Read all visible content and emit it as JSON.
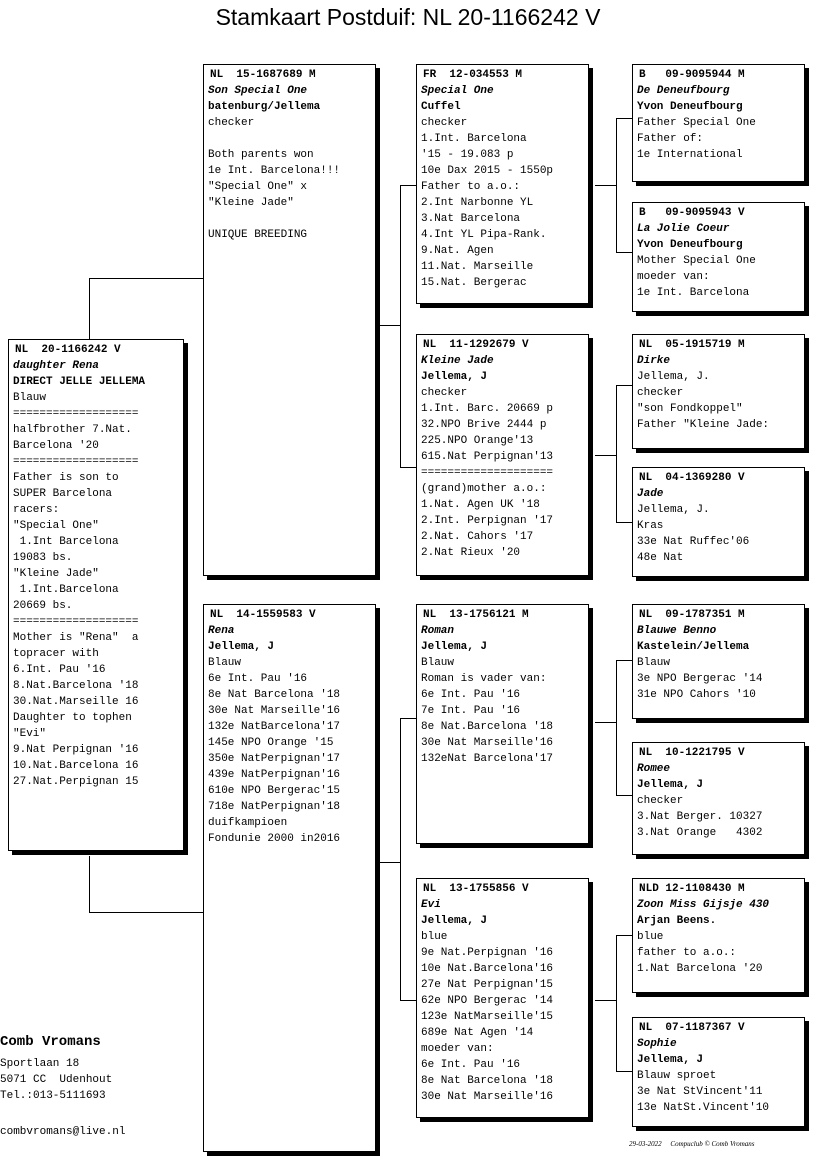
{
  "title": "Stamkaart Postduif: NL  20-1166242 V",
  "cards": [
    {
      "id": "card-main",
      "header": "NL  20-1166242 V",
      "name": "daughter Rena",
      "bold": [
        "DIRECT JELLE JELLEMA"
      ],
      "lines": [
        "Blauw",
        "===================",
        "halfbrother 7.Nat.",
        "Barcelona '20",
        "===================",
        "Father is son to",
        "SUPER Barcelona",
        "racers:",
        "\"Special One\"",
        " 1.Int Barcelona",
        "19083 bs.",
        "\"Kleine Jade\"",
        " 1.Int.Barcelona",
        "20669 bs.",
        "===================",
        "Mother is \"Rena\"  a",
        "topracer with",
        "6.Int. Pau '16",
        "8.Nat.Barcelona '18",
        "30.Nat.Marseille 16",
        "Daughter to tophen",
        "\"Evi\"",
        "9.Nat Perpignan '16",
        "10.Nat.Barcelona 16",
        "27.Nat.Perpignan 15"
      ]
    },
    {
      "id": "card-father",
      "header": "NL  15-1687689 M",
      "name": "Son Special One",
      "bold": [
        "batenburg/Jellema"
      ],
      "lines": [
        "checker",
        "",
        "Both parents won",
        "1e Int. Barcelona!!!",
        "\"Special One\" x",
        "\"Kleine Jade\"",
        "",
        "UNIQUE BREEDING"
      ]
    },
    {
      "id": "card-mother",
      "header": "NL  14-1559583 V",
      "name": "Rena",
      "bold": [
        "Jellema, J"
      ],
      "lines": [
        "Blauw",
        "6e Int. Pau '16",
        "8e Nat Barcelona '18",
        "30e Nat Marseille'16",
        "132e NatBarcelona'17",
        "145e NPO Orange '15",
        "350e NatPerpignan'17",
        "439e NatPerpignan'16",
        "610e NPO Bergerac'15",
        "718e NatPerpignan'18",
        "duifkampioen",
        "Fondunie 2000 in2016"
      ]
    },
    {
      "id": "card-ff",
      "header": "FR  12-034553 M",
      "name": "Special One",
      "bold": [
        "Cuffel"
      ],
      "lines": [
        "checker",
        "1.Int. Barcelona",
        "'15 - 19.083 p",
        "10e Dax 2015 - 1550p",
        "Father to a.o.:",
        "2.Int Narbonne YL",
        "3.Nat Barcelona",
        "4.Int YL Pipa-Rank.",
        "9.Nat. Agen",
        "11.Nat. Marseille",
        "15.Nat. Bergerac"
      ]
    },
    {
      "id": "card-fm",
      "header": "NL  11-1292679 V",
      "name": "Kleine Jade",
      "bold": [
        "Jellema, J"
      ],
      "lines": [
        "checker",
        "1.Int. Barc. 20669 p",
        "32.NPO Brive 2444 p",
        "225.NPO Orange'13",
        "615.Nat Perpignan'13",
        "====================",
        "(grand)mother a.o.:",
        "1.Nat. Agen UK '18",
        "2.Int. Perpignan '17",
        "2.Nat. Cahors '17",
        "2.Nat Rieux '20"
      ]
    },
    {
      "id": "card-mf",
      "header": "NL  13-1756121 M",
      "name": "Roman",
      "bold": [
        "Jellema, J"
      ],
      "lines": [
        "Blauw",
        "Roman is vader van:",
        "6e Int. Pau '16",
        "7e Int. Pau '16",
        "8e Nat.Barcelona '18",
        "30e Nat Marseille'16",
        "132eNat Barcelona'17"
      ]
    },
    {
      "id": "card-mm",
      "header": "NL  13-1755856 V",
      "name": "Evi",
      "bold": [
        "Jellema, J"
      ],
      "lines": [
        "blue",
        "9e Nat.Perpignan '16",
        "10e Nat.Barcelona'16",
        "27e Nat Perpignan'15",
        "62e NPO Bergerac '14",
        "123e NatMarseille'15",
        "689e Nat Agen '14",
        "moeder van:",
        "6e Int. Pau '16",
        "8e Nat Barcelona '18",
        "30e Nat Marseille'16"
      ]
    },
    {
      "id": "card-fff",
      "header": "B   09-9095944 M",
      "name": "De Deneufbourg",
      "bold": [
        "Yvon Deneufbourg"
      ],
      "lines": [
        "Father Special One",
        "Father of:",
        "1e International"
      ]
    },
    {
      "id": "card-ffm",
      "header": "B   09-9095943 V",
      "name": "La Jolie Coeur",
      "bold": [
        "Yvon Deneufbourg"
      ],
      "lines": [
        "Mother Special One",
        "moeder van:",
        "1e Int. Barcelona"
      ]
    },
    {
      "id": "card-fmf",
      "header": "NL  05-1915719 M",
      "name": "Dirke",
      "bold": [],
      "lines": [
        "Jellema, J.",
        "checker",
        "\"son Fondkoppel\"",
        "Father \"Kleine Jade:"
      ]
    },
    {
      "id": "card-fmm",
      "header": "NL  04-1369280 V",
      "name": "Jade",
      "bold": [],
      "lines": [
        "Jellema, J.",
        "Kras",
        "33e Nat Ruffec'06",
        "48e Nat"
      ]
    },
    {
      "id": "card-mff",
      "header": "NL  09-1787351 M",
      "name": "Blauwe Benno",
      "bold": [
        "Kastelein/Jellema"
      ],
      "lines": [
        "Blauw",
        "3e NPO Bergerac '14",
        "31e NPO Cahors '10"
      ]
    },
    {
      "id": "card-mfm",
      "header": "NL  10-1221795 V",
      "name": "Romee",
      "bold": [
        "Jellema, J"
      ],
      "lines": [
        "checker",
        "3.Nat Berger. 10327",
        "3.Nat Orange   4302"
      ]
    },
    {
      "id": "card-mmf",
      "header": "NLD 12-1108430 M",
      "name": "Zoon Miss Gijsje 430",
      "bold": [
        "Arjan Beens."
      ],
      "lines": [
        "blue",
        "father to a.o.:",
        "1.Nat Barcelona '20"
      ]
    },
    {
      "id": "card-mmm",
      "header": "NL  07-1187367 V",
      "name": "Sophie",
      "bold": [
        "Jellema, J"
      ],
      "lines": [
        "Blauw sproet",
        "3e Nat StVincent'11",
        "13e NatSt.Vincent'10"
      ]
    }
  ],
  "owner": {
    "name": "Comb Vromans",
    "address1": "Sportlaan 18",
    "address2": "5071 CC  Udenhout",
    "phone": "Tel.:013-5111693",
    "email": "combvromans@live.nl"
  },
  "footer": {
    "date": "29-03-2022",
    "software": "Compuclub © Comb Vromans"
  }
}
